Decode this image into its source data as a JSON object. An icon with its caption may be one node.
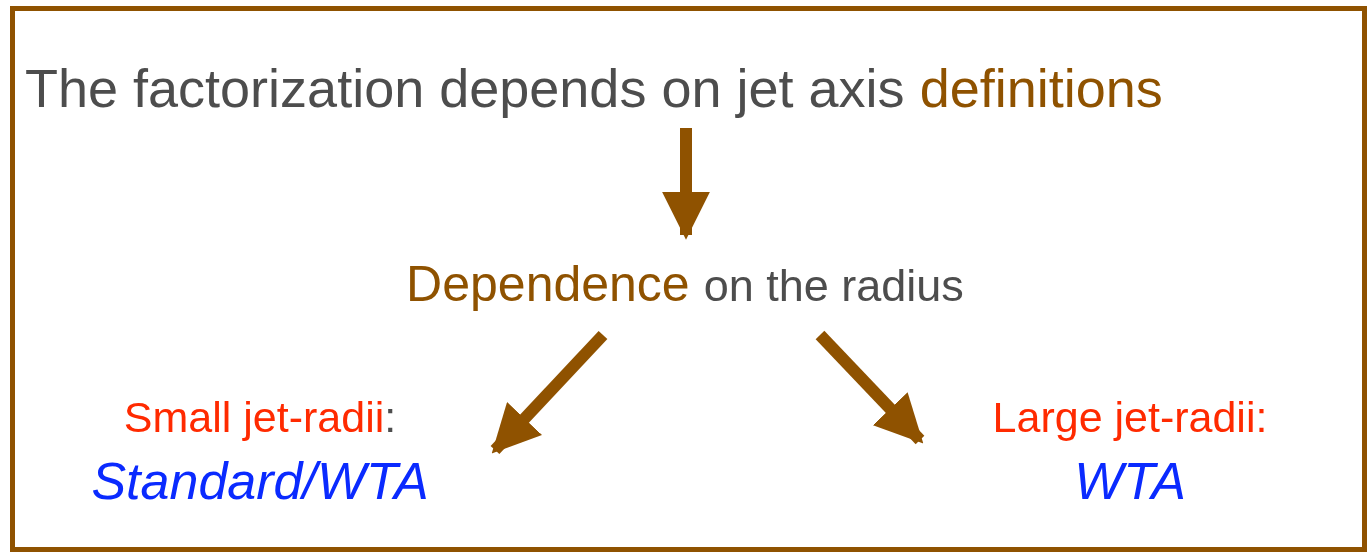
{
  "diagram": {
    "nodes": [
      {
        "text": [],
        "shape": "box"
      },
      {
        "text": [
          "The factorization depends on jet axis",
          "definitions"
        ],
        "in": 0
      },
      {
        "text": [
          "Dependence",
          "on the radius"
        ],
        "in": 0
      },
      {
        "text": [
          "Small jet-radii",
          ":",
          "Standard/WTA"
        ],
        "in": 0
      },
      {
        "text": [
          "Large jet-radii:",
          "WTA"
        ],
        "in": 0
      }
    ],
    "edges": [
      {
        "from": 1,
        "to": 2,
        "arrow": "to"
      },
      {
        "from": 2,
        "to": 3,
        "arrow": "to"
      },
      {
        "from": 2,
        "to": 4,
        "arrow": "to"
      }
    ]
  }
}
